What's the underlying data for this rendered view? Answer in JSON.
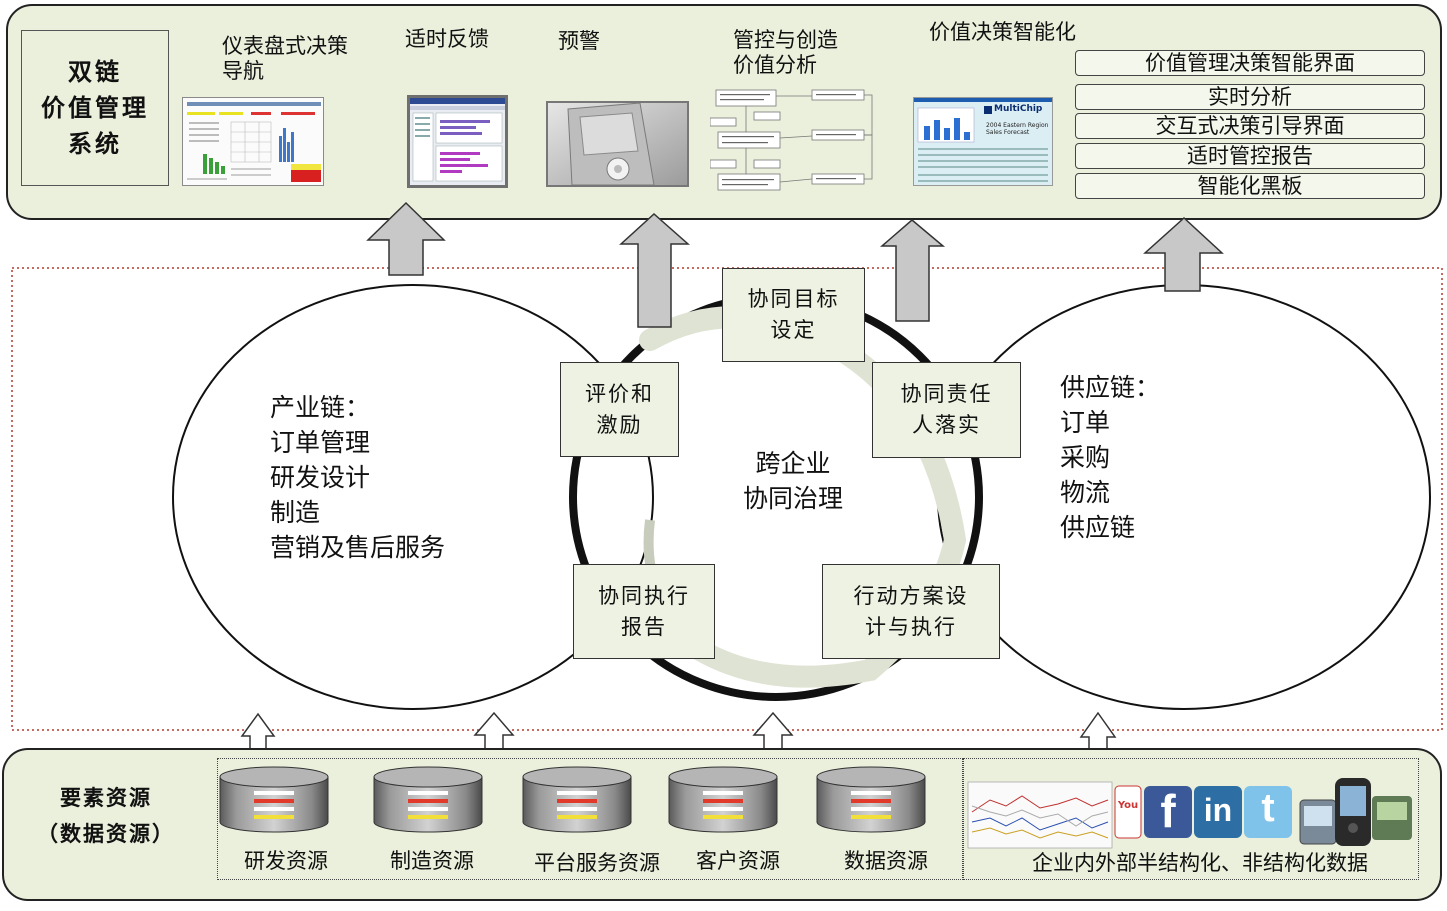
{
  "system": {
    "title": "双链\n价值管理\n系统"
  },
  "top_captions": [
    {
      "text": "仪表盘式决策\n导航"
    },
    {
      "text": "适时反馈"
    },
    {
      "text": "预警"
    },
    {
      "text": "管控与创造\n价值分析"
    },
    {
      "text": "价值决策智能化"
    }
  ],
  "thumb_texts": {
    "company": "MultiChip",
    "report": "2004 Eastern Region\nSales Forecast"
  },
  "menu_items": [
    {
      "label": "价值管理决策智能界面"
    },
    {
      "label": "实时分析"
    },
    {
      "label": "交互式决策引导界面"
    },
    {
      "label": "适时管控报告"
    },
    {
      "label": "智能化黑板"
    }
  ],
  "left_chain": {
    "text": "产业链：\n订单管理\n研发设计\n制造\n营销及售后服务"
  },
  "right_chain": {
    "text": "供应链：\n订单\n采购\n物流\n供应链"
  },
  "center": {
    "text": "跨企业\n协同治理"
  },
  "cycle_boxes": [
    {
      "label": "协同目标\n设定"
    },
    {
      "label": "协同责任\n人落实"
    },
    {
      "label": "行动方案设\n计与执行"
    },
    {
      "label": "协同执行\n报告"
    },
    {
      "label": "评价和\n激励"
    }
  ],
  "bottom": {
    "title": "要素资源\n（数据资源）",
    "resources": [
      {
        "label": "研发资源"
      },
      {
        "label": "制造资源"
      },
      {
        "label": "平台服务资源"
      },
      {
        "label": "客户资源"
      },
      {
        "label": "数据资源"
      }
    ],
    "external_label": "企业内外部半结构化、非结构化数据",
    "social_icons": [
      {
        "name": "youtube-icon",
        "glyph": "You"
      },
      {
        "name": "facebook-icon",
        "glyph": "f"
      },
      {
        "name": "linkedin-icon",
        "glyph": "in"
      },
      {
        "name": "twitter-icon",
        "glyph": "t"
      }
    ]
  },
  "colors": {
    "panel_fill": "#eaf0dc",
    "box_fill": "#edf2e2",
    "arrow_fill": "#c8c8c8",
    "dotted_border": "#b03a2e",
    "cylinder_red": "#e23a2a",
    "cylinder_yellow": "#f3df3a"
  }
}
